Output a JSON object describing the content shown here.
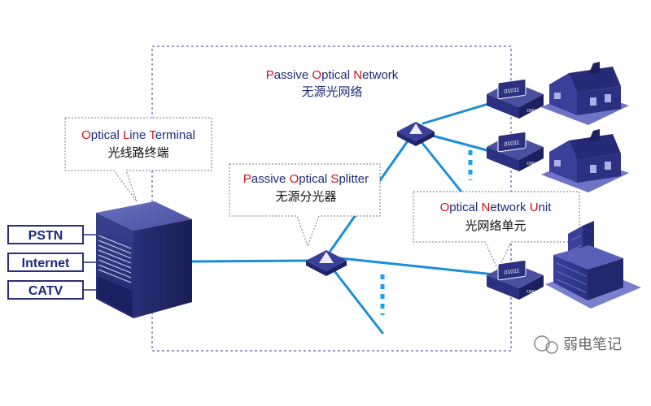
{
  "colors": {
    "accent_red": "#d0101e",
    "title_blue": "#1e2a78",
    "link_blue": "#1a8fd6",
    "device_navy": "#2b3180",
    "house_blue": "#3a3f9a"
  },
  "services": [
    "PSTN",
    "Internet",
    "CATV"
  ],
  "pon": {
    "title_parts": [
      {
        "t": "P",
        "accent": true
      },
      {
        "t": "assive ",
        "accent": false
      },
      {
        "t": "O",
        "accent": true
      },
      {
        "t": "ptical ",
        "accent": false
      },
      {
        "t": "N",
        "accent": true
      },
      {
        "t": "etwork",
        "accent": false
      }
    ],
    "subtitle": "无源光网络"
  },
  "olt": {
    "title_parts": [
      {
        "t": "O",
        "accent": true
      },
      {
        "t": "ptical ",
        "accent": false
      },
      {
        "t": "L",
        "accent": true
      },
      {
        "t": "ine ",
        "accent": false
      },
      {
        "t": "T",
        "accent": true
      },
      {
        "t": "erminal",
        "accent": false
      }
    ],
    "subtitle": "光线路终端"
  },
  "splitter": {
    "title_parts": [
      {
        "t": "P",
        "accent": true
      },
      {
        "t": "assive ",
        "accent": false
      },
      {
        "t": "O",
        "accent": true
      },
      {
        "t": "ptical ",
        "accent": false
      },
      {
        "t": "S",
        "accent": true
      },
      {
        "t": "plitter",
        "accent": false
      }
    ],
    "subtitle": "无源分光器"
  },
  "onu_callout": {
    "title_parts": [
      {
        "t": "O",
        "accent": true
      },
      {
        "t": "ptical ",
        "accent": false
      },
      {
        "t": "N",
        "accent": true
      },
      {
        "t": "etwork ",
        "accent": false
      },
      {
        "t": "U",
        "accent": true
      },
      {
        "t": "nit",
        "accent": false
      }
    ],
    "subtitle": "光网络单元"
  },
  "onu_device": {
    "bits": "01011",
    "label": "ONU"
  },
  "watermark": "弱电笔记"
}
